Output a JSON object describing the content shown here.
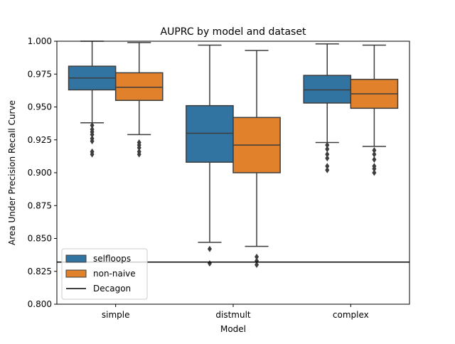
{
  "chart_data": {
    "type": "box",
    "title": "AUPRC by model and dataset",
    "xlabel": "Model",
    "ylabel": "Area Under Precision Recall Curve",
    "categories": [
      "simple",
      "distmult",
      "complex"
    ],
    "ylim": [
      0.8,
      1.0
    ],
    "yticks": [
      "0.800",
      "0.825",
      "0.850",
      "0.875",
      "0.900",
      "0.925",
      "0.950",
      "0.975",
      "1.000"
    ],
    "grid": false,
    "legend_position": "lower-left",
    "series": [
      {
        "name": "selfloops",
        "color": "#3274a1",
        "boxes": [
          {
            "whisker_low": 0.938,
            "q1": 0.963,
            "median": 0.972,
            "q3": 0.981,
            "whisker_high": 1.0,
            "outliers": [
              0.936,
              0.933,
              0.931,
              0.929,
              0.926,
              0.924,
              0.916,
              0.914
            ]
          },
          {
            "whisker_low": 0.847,
            "q1": 0.908,
            "median": 0.93,
            "q3": 0.951,
            "whisker_high": 0.997,
            "outliers": [
              0.842,
              0.831
            ]
          },
          {
            "whisker_low": 0.923,
            "q1": 0.953,
            "median": 0.963,
            "q3": 0.974,
            "whisker_high": 0.998,
            "outliers": [
              0.921,
              0.918,
              0.914,
              0.911,
              0.905,
              0.902
            ]
          }
        ]
      },
      {
        "name": "non-naive",
        "color": "#e1812c",
        "boxes": [
          {
            "whisker_low": 0.929,
            "q1": 0.955,
            "median": 0.965,
            "q3": 0.976,
            "whisker_high": 0.999,
            "outliers": [
              0.923,
              0.921,
              0.919,
              0.916,
              0.914
            ]
          },
          {
            "whisker_low": 0.844,
            "q1": 0.9,
            "median": 0.921,
            "q3": 0.942,
            "whisker_high": 0.993,
            "outliers": [
              0.836,
              0.833,
              0.83
            ]
          },
          {
            "whisker_low": 0.92,
            "q1": 0.949,
            "median": 0.96,
            "q3": 0.971,
            "whisker_high": 0.997,
            "outliers": [
              0.917,
              0.914,
              0.91,
              0.905,
              0.903,
              0.9
            ]
          }
        ]
      }
    ],
    "reference_line": {
      "name": "Decagon",
      "value": 0.832,
      "color": "#000000"
    }
  }
}
